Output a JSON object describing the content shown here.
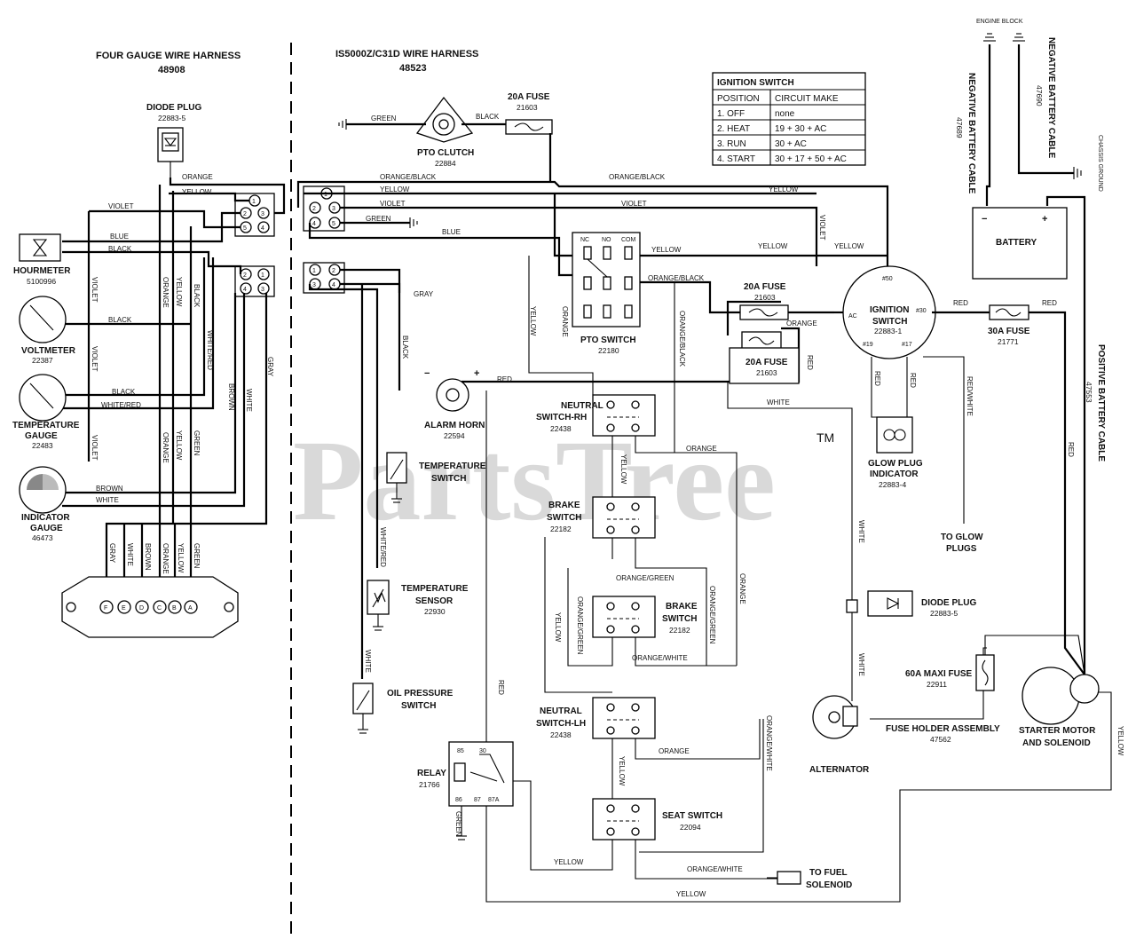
{
  "harness_left": {
    "title": "FOUR GAUGE WIRE HARNESS",
    "part": "48908"
  },
  "harness_right": {
    "title": "IS5000Z/C31D  WIRE HARNESS",
    "part": "48523"
  },
  "watermark": {
    "text": "PartsTree",
    "tm": "TM"
  },
  "components": {
    "diode_plug_top": {
      "label": "DIODE PLUG",
      "part": "22883-5"
    },
    "hourmeter": {
      "label": "HOURMETER",
      "part": "5100996"
    },
    "voltmeter": {
      "label": "VOLTMETER",
      "part": "22387"
    },
    "temp_gauge": {
      "label1": "TEMPERATURE",
      "label2": "GAUGE",
      "part": "22483"
    },
    "indicator_gauge": {
      "label1": "INDICATOR",
      "label2": "GAUGE",
      "part": "46473"
    },
    "pto_clutch": {
      "label": "PTO CLUTCH",
      "part": "22884"
    },
    "fuse_top": {
      "label": "20A FUSE",
      "part": "21603"
    },
    "pto_switch": {
      "label": "PTO SWITCH",
      "part": "22180"
    },
    "fuse_mid1": {
      "label": "20A FUSE",
      "part": "21603"
    },
    "fuse_mid2": {
      "label": "20A FUSE",
      "part": "21603"
    },
    "ignition": {
      "label1": "IGNITION",
      "label2": "SWITCH",
      "part": "22883-1"
    },
    "alarm_horn": {
      "label": "ALARM HORN",
      "part": "22594"
    },
    "temp_switch": {
      "label1": "TEMPERATURE",
      "label2": "SWITCH"
    },
    "neutral_rh": {
      "label1": "NEUTRAL",
      "label2": "SWITCH-RH",
      "part": "22438"
    },
    "brake_switch1": {
      "label1": "BRAKE",
      "label2": "SWITCH",
      "part": "22182"
    },
    "brake_switch2": {
      "label1": "BRAKE",
      "label2": "SWITCH",
      "part": "22182"
    },
    "neutral_lh": {
      "label1": "NEUTRAL",
      "label2": "SWITCH-LH",
      "part": "22438"
    },
    "seat_switch": {
      "label": "SEAT SWITCH",
      "part": "22094"
    },
    "temp_sensor": {
      "label1": "TEMPERATURE",
      "label2": "SENSOR",
      "part": "22930"
    },
    "oil_switch": {
      "label1": "OIL PRESSURE",
      "label2": "SWITCH"
    },
    "relay": {
      "label": "RELAY",
      "part": "21766"
    },
    "glow_indicator": {
      "label1": "GLOW PLUG",
      "label2": "INDICATOR",
      "part": "22883-4"
    },
    "to_glow": {
      "label1": "TO GLOW",
      "label2": "PLUGS"
    },
    "diode_plug_right": {
      "label": "DIODE PLUG",
      "part": "22883-5"
    },
    "maxi_fuse": {
      "label": "60A MAXI FUSE",
      "part": "22911"
    },
    "fuse_holder": {
      "label": "FUSE HOLDER ASSEMBLY",
      "part": "47562"
    },
    "alternator": {
      "label": "ALTERNATOR"
    },
    "starter": {
      "label1": "STARTER MOTOR",
      "label2": "AND SOLENOID"
    },
    "to_fuel": {
      "label1": "TO FUEL",
      "label2": "SOLENOID"
    },
    "battery": {
      "label": "BATTERY",
      "neg": "−",
      "pos": "+"
    },
    "fuse_30a": {
      "label": "30A FUSE",
      "part": "21771"
    },
    "neg_cable_1": {
      "label": "NEGATIVE BATTERY CABLE",
      "part": "47689"
    },
    "neg_cable_2": {
      "label": "NEGATIVE BATTERY CABLE",
      "part": "47690"
    },
    "pos_cable": {
      "label": "POSITIVE BATTERY CABLE",
      "part": "47553"
    },
    "engine_block": {
      "label": "ENGINE BLOCK"
    },
    "chassis_ground": {
      "label": "CHASSIS GROUND"
    }
  },
  "ignition_table": {
    "title": "IGNITION SWITCH",
    "headers": [
      "POSITION",
      "CIRCUIT MAKE"
    ],
    "rows": [
      [
        "1. OFF",
        "none"
      ],
      [
        "2. HEAT",
        "19 + 30 + AC"
      ],
      [
        "3. RUN",
        "30 + AC"
      ],
      [
        "4. START",
        "30 + 17 + 50 + AC"
      ]
    ]
  },
  "ignition_terminals": {
    "t50": "#50",
    "t30": "#30",
    "tac": "AC",
    "t19": "#19",
    "t17": "#17"
  },
  "relay_pins": {
    "p85": "85",
    "p30": "30",
    "p86": "86",
    "p87": "87",
    "p87a": "87A"
  },
  "switch_contacts": {
    "no": "NO",
    "nc": "NC",
    "com": "COM"
  },
  "pins": {
    "one": "1",
    "two": "2",
    "three": "3",
    "four": "4",
    "five": "5"
  },
  "gauge_connector_pins": [
    "F",
    "E",
    "D",
    "C",
    "B",
    "A"
  ],
  "polarity": {
    "minus": "−",
    "plus": "+"
  },
  "wire_colors": {
    "green": "GREEN",
    "black": "BLACK",
    "orange": "ORANGE",
    "yellow": "YELLOW",
    "violet": "VIOLET",
    "blue": "BLUE",
    "gray": "GRAY",
    "white": "WHITE",
    "brown": "BROWN",
    "red": "RED",
    "white_red": "WHITE/RED",
    "orange_black": "ORANGE/BLACK",
    "orange_green": "ORANGE/GREEN",
    "orange_white": "ORANGE/WHITE",
    "red_white": "RED/WHITE"
  }
}
